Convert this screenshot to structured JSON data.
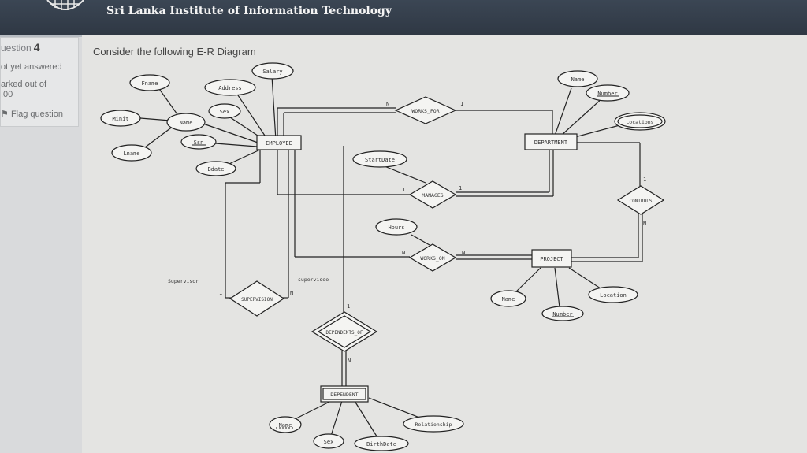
{
  "header": {
    "site_title": "Sri Lanka Institute of Information Technology"
  },
  "question_info": {
    "question_label": "uestion",
    "question_number": "4",
    "status": "ot yet answered",
    "marked_label": "arked out of",
    "marked_value": ".00",
    "flag_label": "Flag question"
  },
  "question": {
    "prompt": "Consider the following E-R Diagram"
  },
  "diagram": {
    "entities": {
      "employee": "EMPLOYEE",
      "department": "DEPARTMENT",
      "project": "PROJECT",
      "dependent": "DEPENDENT"
    },
    "relationships": {
      "works_for": "WORKS_FOR",
      "manages": "MANAGES",
      "works_on": "WORKS_ON",
      "controls": "CONTROLS",
      "supervision": "SUPERVISION",
      "dependents_of": "DEPENDENTS_OF"
    },
    "attributes": {
      "fname": "Fname",
      "minit": "Minit",
      "lname": "Lname",
      "name": "Name",
      "address": "Address",
      "salary": "Salary",
      "sex": "Sex",
      "ssn": "Ssn",
      "bdate": "Bdate",
      "startdate": "StartDate",
      "hours": "Hours",
      "dept_name": "Name",
      "dept_number": "Number",
      "locations": "Locations",
      "proj_name": "Name",
      "proj_number": "Number",
      "proj_location": "Location",
      "dep_name": "Name",
      "dep_sex": "Sex",
      "birthdate": "BirthDate",
      "relationship": "Relationship"
    },
    "role_labels": {
      "supervisor": "Supervisor",
      "supervisee": "supervisee"
    },
    "cardinalities": {
      "works_for_emp": "N",
      "works_for_dept": "1",
      "manages_emp": "1",
      "manages_dept": "1",
      "works_on_emp": "N",
      "works_on_proj": "N",
      "controls_dept": "1",
      "controls_proj": "N",
      "supervision_supervisor": "1",
      "supervision_supervisee": "N",
      "dependents_emp": "1",
      "dependents_dep": "N"
    }
  }
}
